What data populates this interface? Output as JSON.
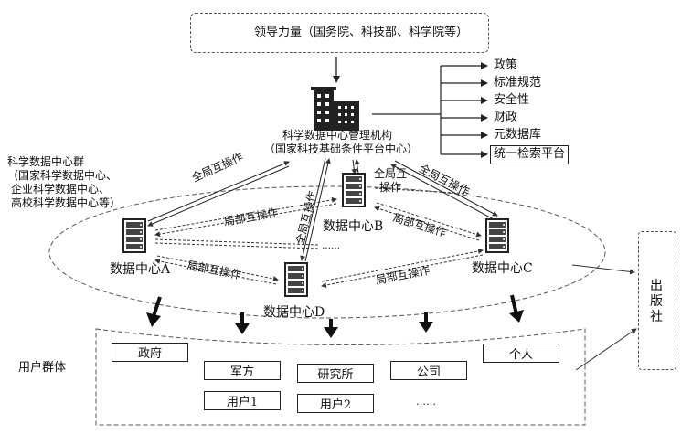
{
  "leadership": {
    "label": "领导力量（国务院、科技部、科学院等）",
    "icon": "person-icon"
  },
  "management": {
    "line1": "科学数据中心管理机构",
    "line2": "（国家科技基础条件平台中心）",
    "icon": "building-icon"
  },
  "outputs": [
    {
      "label": "政策",
      "boxed": false
    },
    {
      "label": "标准规范",
      "boxed": false
    },
    {
      "label": "安全性",
      "boxed": false
    },
    {
      "label": "财政",
      "boxed": false
    },
    {
      "label": "元数据库",
      "boxed": false
    },
    {
      "label": "统一检索平台",
      "boxed": true
    }
  ],
  "data_center_group": {
    "title": "科学数据中心群",
    "sub1": "（国家科学数据中心、",
    "sub2": "企业科学数据中心、",
    "sub3": "高校科学数据中心等）"
  },
  "centers": {
    "a": "数据中心A",
    "b": "数据中心B",
    "c": "数据中心C",
    "d": "数据中心D"
  },
  "links": {
    "global_left": "全局互操作",
    "global_right": "全局互操作",
    "global_center_1": "全局互",
    "global_center_2": "操作",
    "global_diag": "全局互操作",
    "local_ab": "局部互操作",
    "local_bc": "局部互操作",
    "local_ad": "局部互操作",
    "local_dc": "局部互操作",
    "ellipsis": "……"
  },
  "publisher": {
    "line1": "出",
    "line2": "版",
    "line3": "社"
  },
  "users": {
    "title": "用户群体",
    "boxes": [
      "政府",
      "军方",
      "研究所",
      "公司",
      "个人"
    ],
    "sub_boxes": [
      "用户1",
      "用户2"
    ],
    "ellipsis": "……"
  }
}
